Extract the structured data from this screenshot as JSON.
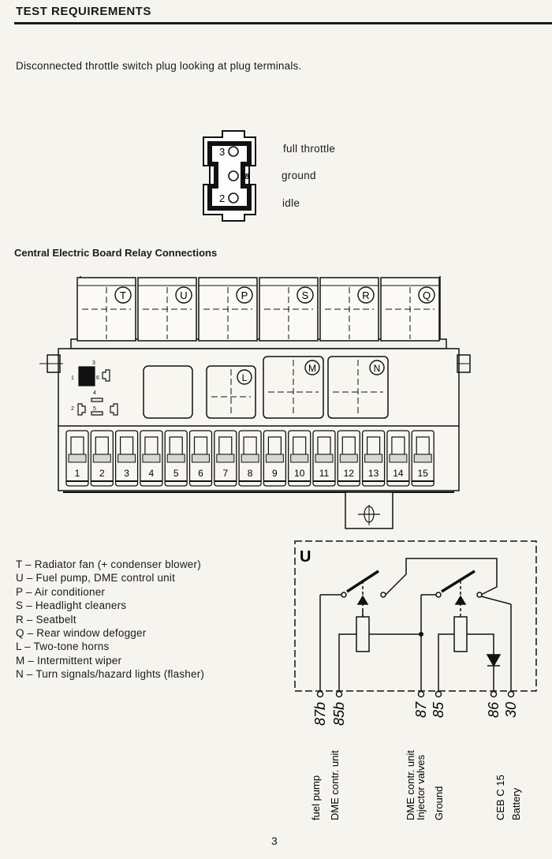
{
  "header": {
    "title": "TEST REQUIREMENTS"
  },
  "intro": "Disconnected throttle switch plug looking at plug terminals.",
  "plug": {
    "pins": [
      {
        "number": "3",
        "label": "full throttle"
      },
      {
        "number": "18",
        "label": "ground"
      },
      {
        "number": "2",
        "label": "idle"
      }
    ]
  },
  "ceb": {
    "title": "Central Electric Board Relay Connections",
    "relays_top": [
      "T",
      "U",
      "P",
      "S",
      "R",
      "Q"
    ],
    "relays_mid": [
      "L",
      "M",
      "N"
    ],
    "fuses": [
      "1",
      "2",
      "3",
      "4",
      "5",
      "6",
      "7",
      "8",
      "9",
      "10",
      "11",
      "12",
      "13",
      "14",
      "15"
    ],
    "small_symbol_numbers": [
      "1",
      "3",
      "6",
      "4",
      "5",
      "2"
    ]
  },
  "legend": [
    "T – Radiator fan (+ condenser blower)",
    "U – Fuel pump, DME control unit",
    "P – Air conditioner",
    "S – Headlight cleaners",
    "R – Seatbelt",
    "Q – Rear window defogger",
    "L – Two-tone horns",
    "M – Intermittent wiper",
    "N – Turn signals/hazard lights (flasher)"
  ],
  "relay_u": {
    "title": "U",
    "terminals": [
      "87b",
      "85b",
      "87",
      "85",
      "86",
      "30"
    ],
    "functions": [
      "fuel pump",
      "DME contr. unit",
      "DME contr. unit",
      "Injector valves",
      "Ground",
      "CEB C 15",
      "Battery"
    ]
  },
  "page_number": "3"
}
